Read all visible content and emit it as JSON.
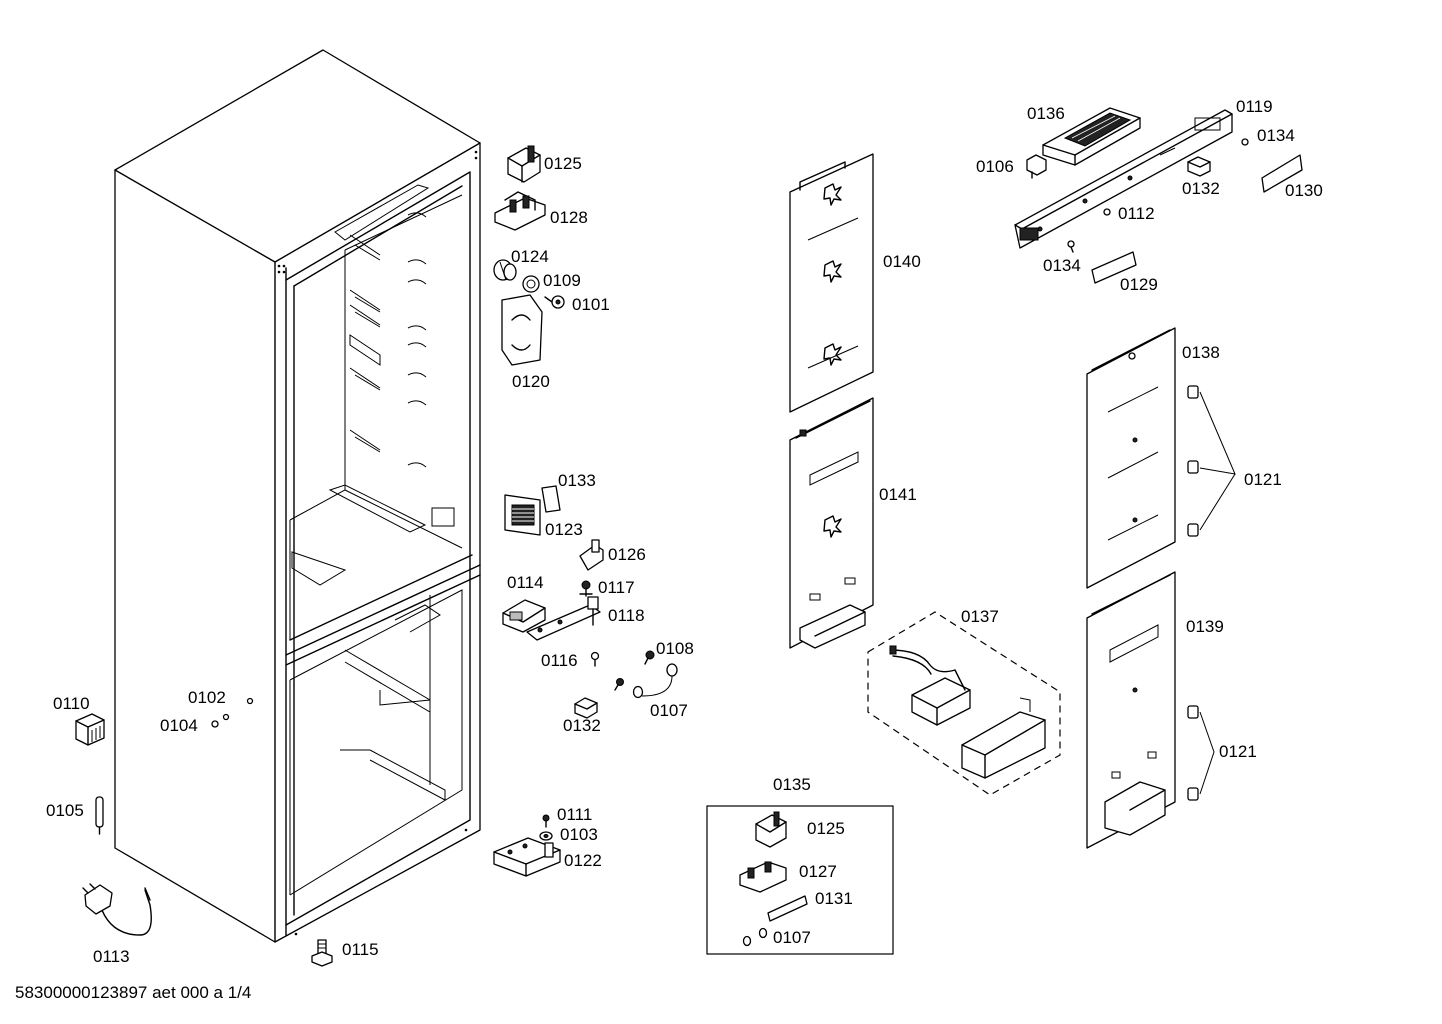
{
  "footer": {
    "document_id": "58300000123897 aet 000 a 1/4"
  },
  "labels": [
    "0125",
    "0128",
    "0124",
    "0109",
    "0101",
    "0120",
    "0140",
    "0141",
    "0136",
    "0119",
    "0134",
    "0106",
    "0132",
    "0130",
    "0112",
    "0134",
    "0129",
    "0138",
    "0121",
    "0133",
    "0123",
    "0126",
    "0117",
    "0114",
    "0118",
    "0116",
    "0108",
    "0107",
    "0132",
    "0137",
    "0139",
    "0121",
    "0110",
    "0102",
    "0104",
    "0105",
    "0111",
    "0103",
    "0122",
    "0135",
    "0125",
    "0127",
    "0131",
    "0107",
    "0113",
    "0115"
  ]
}
